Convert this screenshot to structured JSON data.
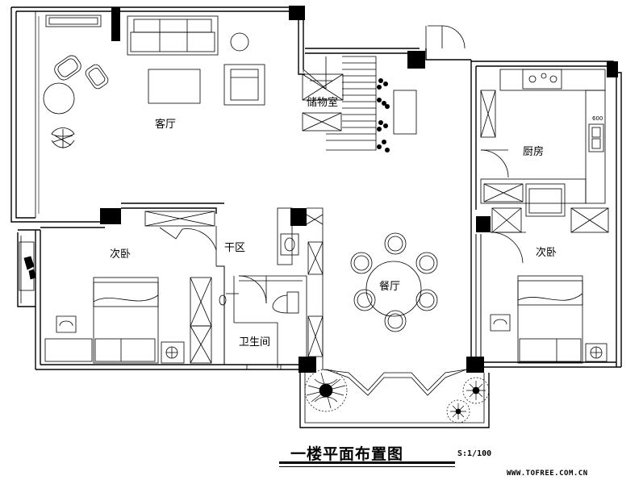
{
  "rooms": {
    "living_room": "客厅",
    "storage": "储物室",
    "kitchen": "厨房",
    "bedroom_left": "次卧",
    "dry_area": "干区",
    "dining": "餐厅",
    "bedroom_right": "次卧",
    "bathroom": "卫生间"
  },
  "drawing_title": "一楼平面布置图",
  "scale": "S:1/100",
  "website": "WWW.TOFREE.COM.CN",
  "dimension_note": "600"
}
